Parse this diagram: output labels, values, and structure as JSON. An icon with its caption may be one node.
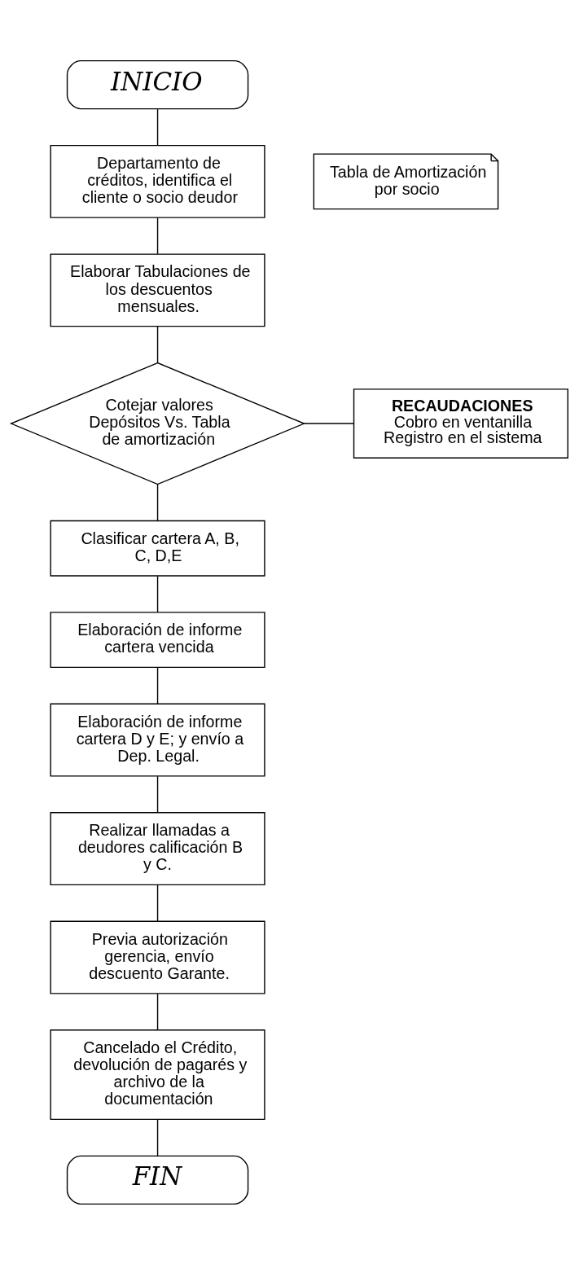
{
  "diagram": {
    "nodes": [
      {
        "text": [
          "INICIO"
        ]
      },
      {
        "text": [
          "Departamento de créditos, identifica el cliente o socio deudor"
        ]
      },
      {
        "text": [
          "Tabla de Amortización por socio"
        ]
      },
      {
        "text": [
          "Elaborar Tabulaciones de los descuentos mensuales."
        ]
      },
      {
        "text": [
          "Cotejar valores Depósitos Vs. Tabla de amortización"
        ]
      },
      {
        "text": [
          "RECAUDACIONES",
          "Cobro en ventanilla",
          "Registro en el sistema"
        ]
      },
      {
        "text": [
          "Clasificar cartera A, B, C, D,E"
        ]
      },
      {
        "text": [
          "Elaboración de informe cartera vencida"
        ]
      },
      {
        "text": [
          "Elaboración de informe cartera D y E; y envío a Dep. Legal."
        ]
      },
      {
        "text": [
          "Realizar llamadas a deudores calificación B y C."
        ]
      },
      {
        "text": [
          "Previa autorización gerencia, envío descuento Garante."
        ]
      },
      {
        "text": [
          "Cancelado el Crédito, devolución de pagarés y archivo de la documentación"
        ]
      },
      {
        "text": [
          "FIN"
        ]
      }
    ],
    "edges": [
      {
        "from": 0,
        "to": 1,
        "arrow": "none"
      },
      {
        "from": 1,
        "to": 3,
        "arrow": "none"
      },
      {
        "from": 3,
        "to": 4,
        "arrow": "none"
      },
      {
        "from": 4,
        "to": 5,
        "arrow": "none"
      },
      {
        "from": 4,
        "to": 6,
        "arrow": "none"
      },
      {
        "from": 6,
        "to": 7,
        "arrow": "none"
      },
      {
        "from": 7,
        "to": 8,
        "arrow": "none"
      },
      {
        "from": 8,
        "to": 9,
        "arrow": "none"
      },
      {
        "from": 9,
        "to": 10,
        "arrow": "none"
      },
      {
        "from": 10,
        "to": 11,
        "arrow": "none"
      },
      {
        "from": 11,
        "to": 12,
        "arrow": "none"
      }
    ]
  }
}
